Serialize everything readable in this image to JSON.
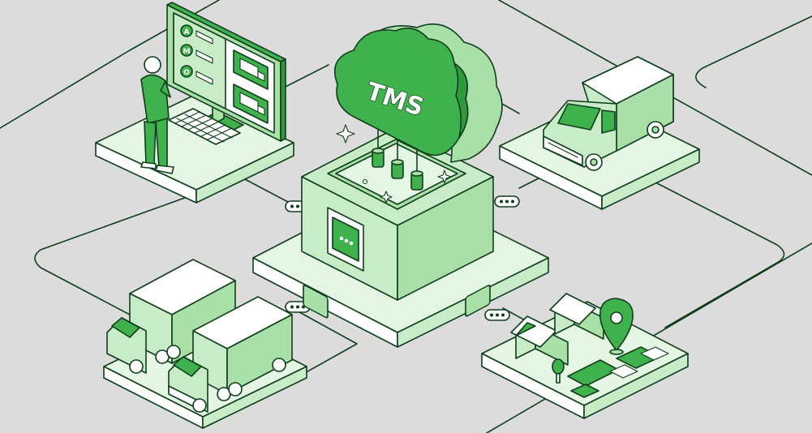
{
  "cloud": {
    "label": "TMS"
  },
  "computer_screen": {
    "menu_letters": [
      "A",
      "M",
      "O"
    ]
  },
  "colors": {
    "background": "#dcdcdc",
    "outline": "#0f3d1c",
    "accent_green": "#3fb24d",
    "light_green": "#c9ecc8",
    "mid_green": "#a9e0a7"
  },
  "nodes": [
    "computer-workstation",
    "delivery-van",
    "freight-trucks",
    "map-location",
    "tms-server"
  ]
}
